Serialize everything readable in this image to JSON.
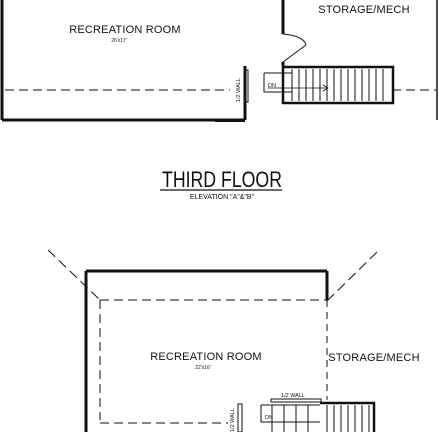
{
  "title": {
    "text": "THIRD FLOOR",
    "subtitle": "ELEVATION \"A\"&\"B\""
  },
  "plan_a": {
    "recreation_room": "RECREATION ROOM",
    "recreation_room_dims": "26'x17'",
    "storage_mech": "STORAGE/MECH",
    "half_wall": "1/2 WALL",
    "stair_down": "DN"
  },
  "plan_b": {
    "recreation_room": "RECREATION ROOM",
    "recreation_room_dims": "22'x16'",
    "storage_mech": "STORAGE/MECH",
    "half_wall_top": "1/2 WALL",
    "half_wall_side": "1/2 WALL",
    "stair_down": "DN"
  },
  "colors": {
    "line": "#111111",
    "background": "#ffffff"
  }
}
